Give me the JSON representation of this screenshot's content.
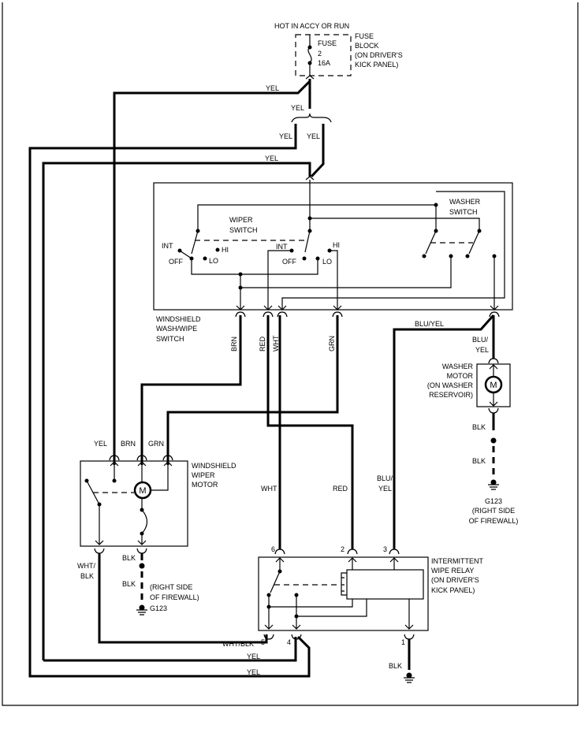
{
  "power": {
    "label": "HOT IN ACCY OR RUN"
  },
  "fuse": {
    "inner": [
      "FUSE",
      "2",
      "16A"
    ],
    "block": [
      "FUSE",
      "BLOCK",
      "(ON DRIVER'S",
      "KICK PANEL)"
    ]
  },
  "wires": {
    "yel": "YEL",
    "brn": "BRN",
    "red": "RED",
    "wht": "WHT",
    "grn": "GRN",
    "blu_yel": "BLU/YEL",
    "blu": "BLU/",
    "blk": "BLK",
    "wht_slash": "WHT/",
    "wht_blk": "WHT/BLK"
  },
  "switch": {
    "name": [
      "WINDSHIELD",
      "WASH/WIPE",
      "SWITCH"
    ],
    "wiper": [
      "WIPER",
      "SWITCH"
    ],
    "washer": [
      "WASHER",
      "SWITCH"
    ],
    "positions": {
      "int": "INT",
      "off": "OFF",
      "hi": "HI",
      "lo": "LO"
    }
  },
  "wiper_motor": {
    "name": [
      "WINDSHIELD",
      "WIPER",
      "MOTOR"
    ],
    "symbol": "M"
  },
  "washer_motor": {
    "name": [
      "WASHER",
      "MOTOR",
      "(ON WASHER",
      "RESERVOIR)"
    ],
    "symbol": "M"
  },
  "ground": {
    "id": "G123",
    "location": [
      "(RIGHT SIDE",
      "OF FIREWALL)"
    ]
  },
  "relay": {
    "name": [
      "INTERMITTENT",
      "WIPE RELAY",
      "(ON DRIVER'S",
      "KICK PANEL)"
    ],
    "pins": [
      "1",
      "2",
      "3",
      "4",
      "5",
      "6"
    ]
  }
}
